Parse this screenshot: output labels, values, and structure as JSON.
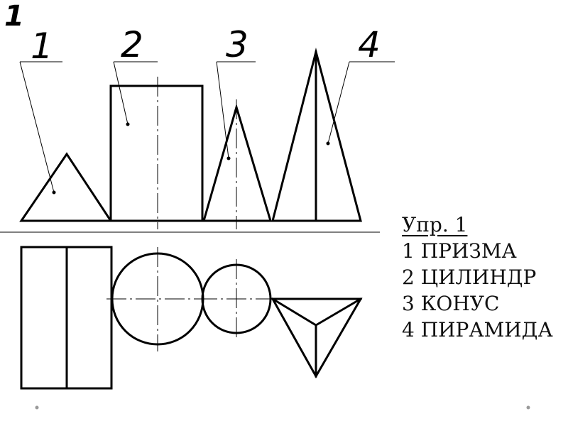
{
  "sheet_number": "1",
  "callouts": [
    "1",
    "2",
    "3",
    "4"
  ],
  "legend": {
    "title": "Упр. 1",
    "items": [
      "1 ПРИЗМА",
      "2 ЦИЛИНДР",
      "3 КОНУС",
      "4 ПИРАМИДА"
    ]
  }
}
